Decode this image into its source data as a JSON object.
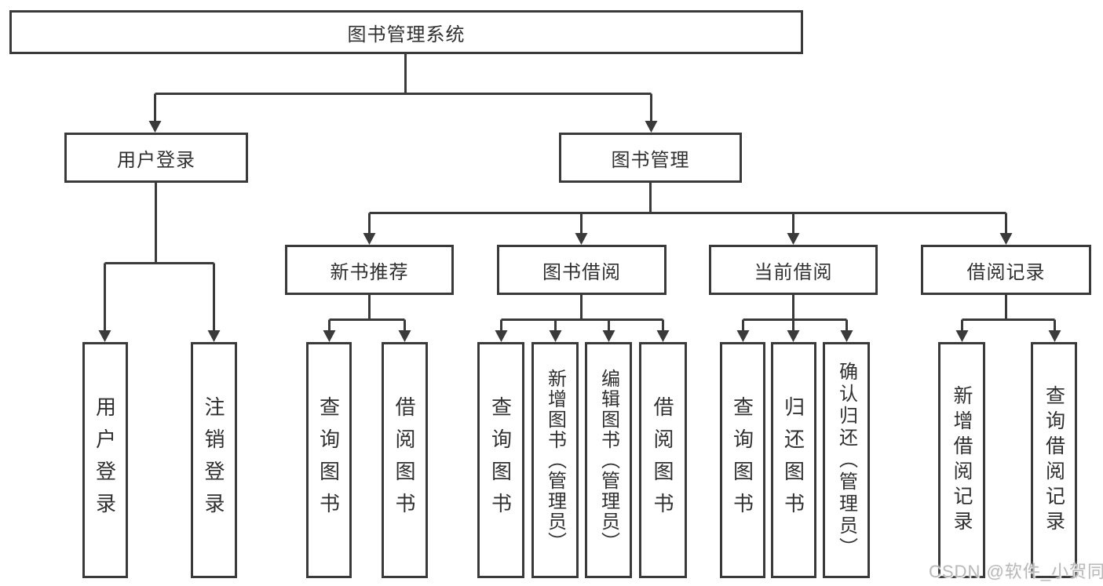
{
  "root": {
    "label": "图书管理系统"
  },
  "level2": {
    "user_login": {
      "label": "用户登录"
    },
    "book_mgmt": {
      "label": "图书管理"
    }
  },
  "level3": {
    "new_books": {
      "label": "新书推荐"
    },
    "book_borrow": {
      "label": "图书借阅"
    },
    "current_borrow": {
      "label": "当前借阅"
    },
    "borrow_records": {
      "label": "借阅记录"
    }
  },
  "leaves": {
    "login": {
      "label": "用户登录"
    },
    "logout": {
      "label": "注销登录"
    },
    "nb_query": {
      "label": "查询图书"
    },
    "nb_borrow": {
      "label": "借阅图书"
    },
    "bb_query": {
      "label": "查询图书"
    },
    "bb_add": {
      "label": "新增图书（管理员）"
    },
    "bb_edit": {
      "label": "编辑图书（管理员）"
    },
    "bb_borrow": {
      "label": "借阅图书"
    },
    "cb_query": {
      "label": "查询图书"
    },
    "cb_return": {
      "label": "归还图书"
    },
    "cb_confirm": {
      "label": "确认归还（管理员）"
    },
    "br_add": {
      "label": "新增借阅记录"
    },
    "br_query": {
      "label": "查询借阅记录"
    }
  },
  "watermark": {
    "text": "CSDN @软件_小贺同学"
  },
  "colors": {
    "line": "#3a3a3a",
    "text": "#303030",
    "watermark": "#b9b9b9",
    "background": "#ffffff"
  }
}
